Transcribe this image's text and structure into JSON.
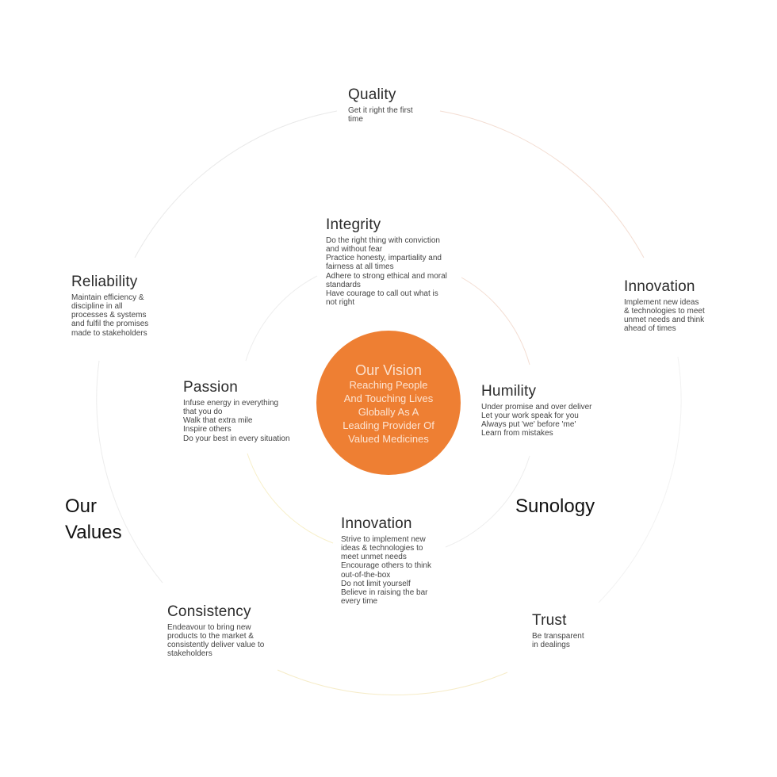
{
  "vision": {
    "title": "Our Vision",
    "lines": [
      "Reaching People",
      "And Touching Lives",
      "Globally As A",
      "Leading Provider Of",
      "Valued Medicines"
    ],
    "color": "#ee7f33"
  },
  "labels": {
    "values": [
      "Our",
      "Values"
    ],
    "sunology": "Sunology"
  },
  "outer": {
    "quality": {
      "title": "Quality",
      "lines": [
        "Get it right the first",
        "time"
      ]
    },
    "reliability": {
      "title": "Reliability",
      "lines": [
        "Maintain efficiency &",
        "discipline in all",
        "processes & systems",
        "and fulfil the promises",
        "made to stakeholders"
      ]
    },
    "innovation": {
      "title": "Innovation",
      "lines": [
        "Implement new ideas",
        "& technologies to meet",
        "unmet needs and think",
        "ahead of times"
      ]
    },
    "consistency": {
      "title": "Consistency",
      "lines": [
        "Endeavour to bring new",
        "products to the market &",
        "consistently deliver value to",
        "stakeholders"
      ]
    },
    "trust": {
      "title": "Trust",
      "lines": [
        "Be transparent",
        "in dealings"
      ]
    }
  },
  "inner": {
    "integrity": {
      "title": "Integrity",
      "lines": [
        "Do the right thing with conviction",
        "and without fear",
        "Practice honesty, impartiality and",
        "fairness at all times",
        "Adhere to strong ethical and moral",
        "standards",
        "Have courage to call out what is",
        "not right"
      ]
    },
    "passion": {
      "title": "Passion",
      "lines": [
        "Infuse energy in everything",
        "that you do",
        "Walk that extra mile",
        "Inspire others",
        "Do your best in every situation"
      ]
    },
    "humility": {
      "title": "Humility",
      "lines": [
        "Under promise and over deliver",
        "Let your work speak for you",
        "Always put 'we' before 'me'",
        "Learn from mistakes"
      ]
    },
    "innovation": {
      "title": "Innovation",
      "lines": [
        "Strive to implement new",
        "ideas & technologies to",
        "meet unmet needs",
        "Encourage others to think",
        "out-of-the-box",
        "Do not limit yourself",
        "Believe in raising the bar",
        "every time"
      ]
    }
  }
}
